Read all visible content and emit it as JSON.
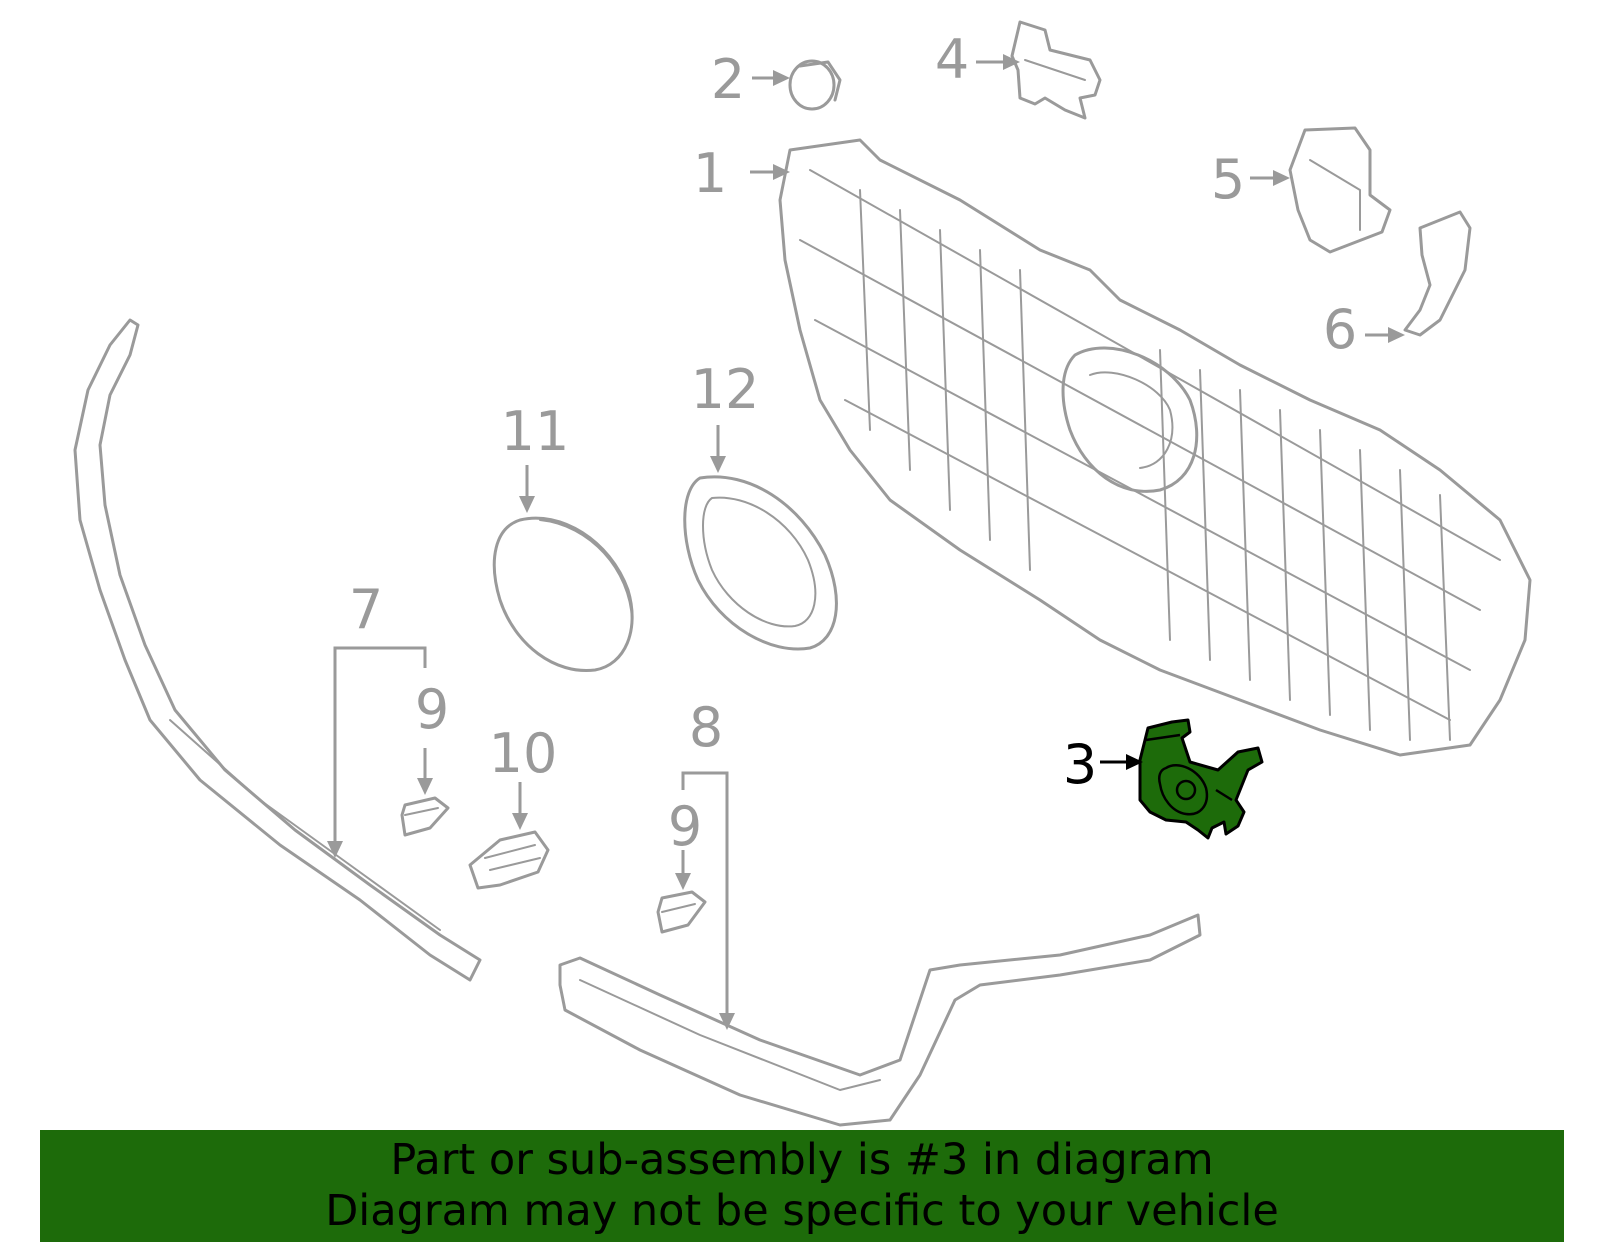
{
  "diagram": {
    "highlighted_part": "3",
    "highlight_color": "#1d6b0a",
    "line_color": "#9a9a9a",
    "callouts": {
      "c1": "1",
      "c2": "2",
      "c3": "3",
      "c4": "4",
      "c5": "5",
      "c6": "6",
      "c7": "7",
      "c8": "8",
      "c9a": "9",
      "c9b": "9",
      "c10": "10",
      "c11": "11",
      "c12": "12"
    }
  },
  "banner": {
    "line1": "Part or sub-assembly is #3 in diagram",
    "line2": "Diagram may not be specific to your vehicle"
  }
}
